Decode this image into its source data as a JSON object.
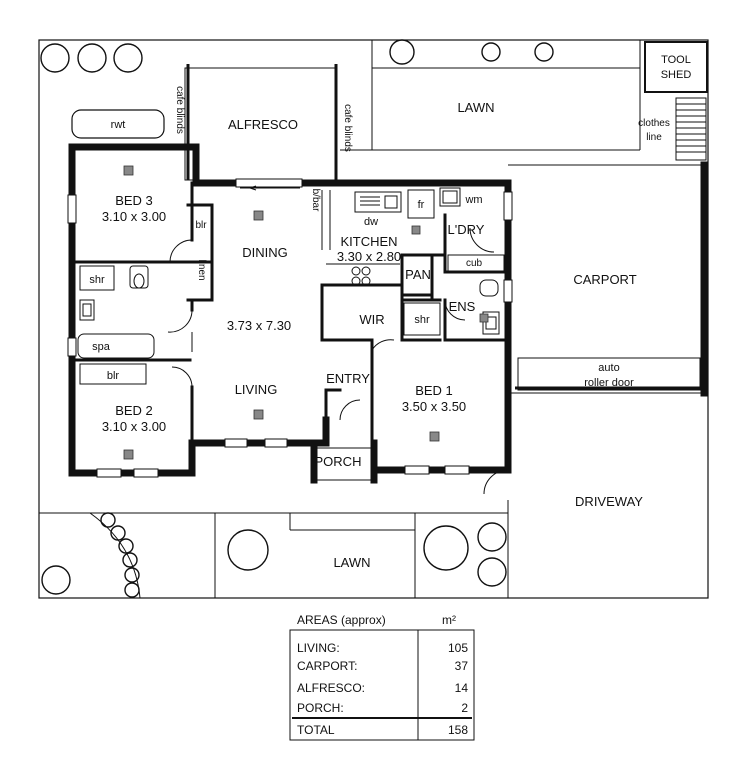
{
  "rooms": {
    "bed3": {
      "name": "BED 3",
      "dims": "3.10 x 3.00"
    },
    "bed2": {
      "name": "BED 2",
      "dims": "3.10 x 3.00"
    },
    "bed1": {
      "name": "BED 1",
      "dims": "3.50 x 3.50"
    },
    "dining": {
      "name": "DINING"
    },
    "living": {
      "name": "LIVING",
      "dims": "3.73 x 7.30"
    },
    "kitchen": {
      "name": "KITCHEN",
      "dims": "3.30 x 2.80"
    },
    "alfresco": {
      "name": "ALFRESCO"
    },
    "laundry": {
      "name": "L'DRY"
    },
    "pantry": {
      "name": "PAN"
    },
    "wir": {
      "name": "WIR"
    },
    "ens": {
      "name": "ENS"
    },
    "entry": {
      "name": "ENTRY"
    },
    "porch": {
      "name": "PORCH"
    },
    "carport": {
      "name": "CARPORT"
    },
    "driveway": {
      "name": "DRIVEWAY"
    },
    "lawn_top": {
      "name": "LAWN"
    },
    "lawn_bottom": {
      "name": "LAWN"
    },
    "tool_shed": {
      "line1": "TOOL",
      "line2": "SHED"
    }
  },
  "fixtures": {
    "rwt": "rwt",
    "cafe_blinds": "cafe blinds",
    "blr_top": "blr",
    "blr_bottom": "blr",
    "linen": "linen",
    "shr_main": "shr",
    "shr_ens": "shr",
    "spa": "spa",
    "bbar": "b/bar",
    "dw": "dw",
    "fr": "fr",
    "wm": "wm",
    "cub": "cub",
    "clothes": "clothes",
    "line": "line",
    "auto": "auto",
    "roller_door": "roller door"
  },
  "areas": {
    "heading": "AREAS (approx)",
    "unit": "m²",
    "rows": [
      {
        "label": "LIVING:",
        "value": "105"
      },
      {
        "label": "CARPORT:",
        "value": "37"
      },
      {
        "label": "ALFRESCO:",
        "value": "14"
      },
      {
        "label": "PORCH:",
        "value": "2"
      }
    ],
    "total_label": "TOTAL",
    "total_value": "158"
  }
}
